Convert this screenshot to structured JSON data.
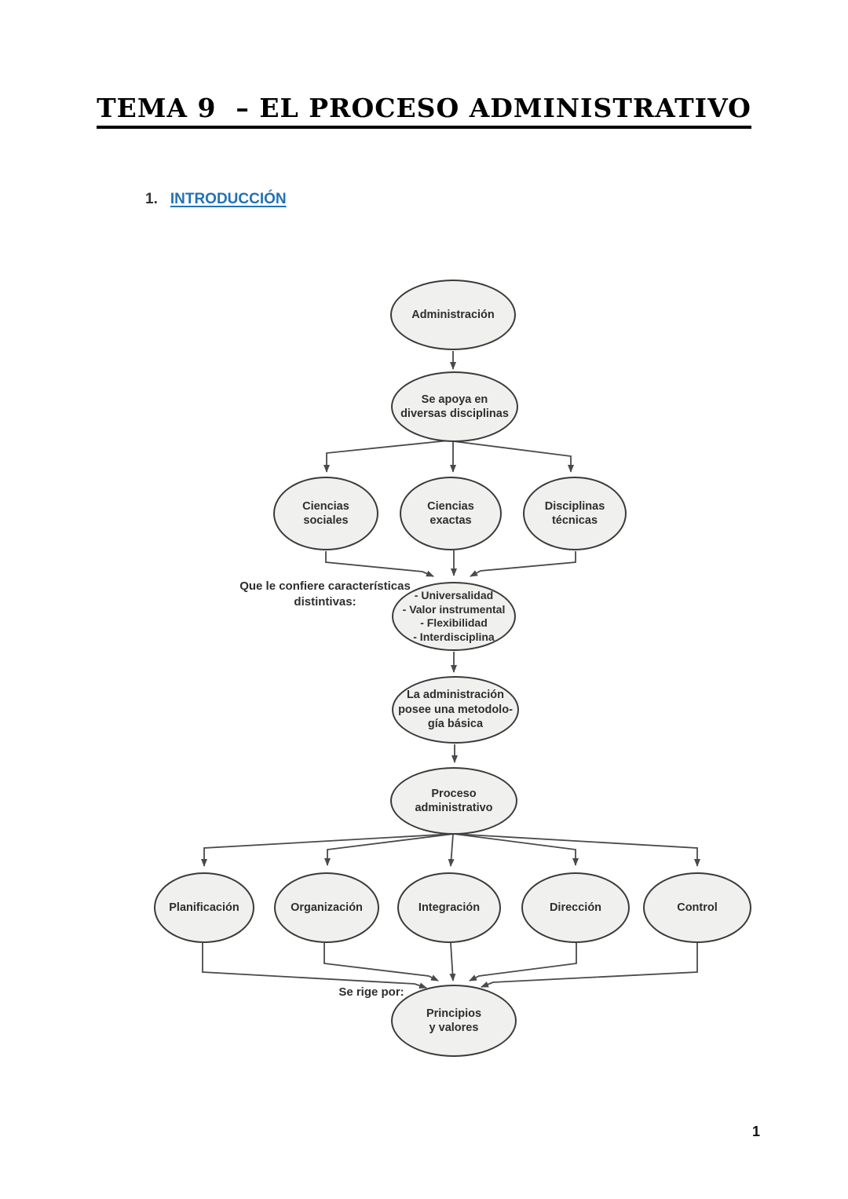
{
  "title": "TEMA 9  – EL PROCESO ADMINISTRATIVO",
  "section": {
    "number": "1.",
    "label": "INTRODUCCIÓN"
  },
  "page": {
    "number": "1"
  },
  "flowchart": {
    "nodes": [
      {
        "id": "administracion",
        "lines": [
          "Administración"
        ]
      },
      {
        "id": "se-apoya",
        "lines": [
          "Se apoya en",
          "diversas disciplinas"
        ]
      },
      {
        "id": "ciencias-sociales",
        "lines": [
          "Ciencias",
          "sociales"
        ]
      },
      {
        "id": "ciencias-exactas",
        "lines": [
          "Ciencias",
          "exactas"
        ]
      },
      {
        "id": "disciplinas-tecnicas",
        "lines": [
          "Disciplinas",
          "técnicas"
        ]
      },
      {
        "id": "caracteristicas",
        "lines": [
          "- Universalidad",
          "- Valor instrumental",
          "- Flexibilidad",
          "- Interdisciplina"
        ]
      },
      {
        "id": "metodologia",
        "lines": [
          "La administración",
          "posee una metodolo-",
          "gía básica"
        ]
      },
      {
        "id": "proceso",
        "lines": [
          "Proceso",
          "administrativo"
        ]
      },
      {
        "id": "planificacion",
        "lines": [
          "Planificación"
        ]
      },
      {
        "id": "organizacion",
        "lines": [
          "Organización"
        ]
      },
      {
        "id": "integracion",
        "lines": [
          "Integración"
        ]
      },
      {
        "id": "direccion",
        "lines": [
          "Dirección"
        ]
      },
      {
        "id": "control",
        "lines": [
          "Control"
        ]
      },
      {
        "id": "principios",
        "lines": [
          "Principios",
          "y valores"
        ]
      }
    ],
    "labels": {
      "caracteristicas": [
        "Que le confiere características",
        "distintivas:"
      ],
      "rige": "Se rige por:"
    },
    "colors": {
      "node_fill": "#f0f0ef",
      "node_stroke": "#3a3a3a",
      "arrow": "#4a4a4a",
      "section_blue": "#2272B5"
    }
  }
}
